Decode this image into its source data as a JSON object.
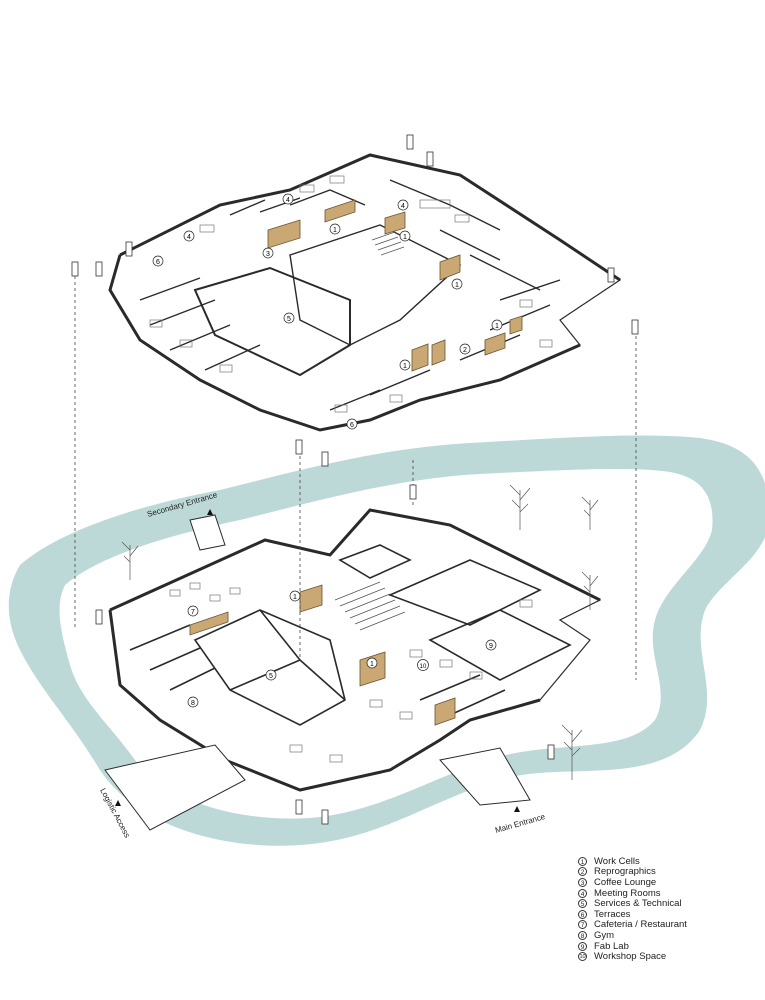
{
  "colors": {
    "water": "#bcd9d8",
    "wood": "#c9a874",
    "line": "#2a2a2a",
    "light_line": "#9a9a9a",
    "background": "#ffffff"
  },
  "labels": {
    "secondary_entrance": "Secondary Entrance",
    "logistic_access": "Logistic Access",
    "main_entrance": "Main Entrance"
  },
  "upper_markers": [
    "1",
    "1",
    "1",
    "1",
    "1",
    "2",
    "3",
    "4",
    "4",
    "4",
    "5",
    "6",
    "6"
  ],
  "lower_markers": [
    "1",
    "1",
    "5",
    "7",
    "8",
    "9",
    "10"
  ],
  "legend": [
    {
      "num": "1",
      "label": "Work Cells"
    },
    {
      "num": "2",
      "label": "Reprographics"
    },
    {
      "num": "3",
      "label": "Coffee Lounge"
    },
    {
      "num": "4",
      "label": "Meeting Rooms"
    },
    {
      "num": "5",
      "label": "Services & Technical"
    },
    {
      "num": "6",
      "label": "Terraces"
    },
    {
      "num": "7",
      "label": "Cafeteria / Restaurant"
    },
    {
      "num": "8",
      "label": "Gym"
    },
    {
      "num": "9",
      "label": "Fab Lab"
    },
    {
      "num": "10",
      "label": "Workshop Space"
    }
  ]
}
